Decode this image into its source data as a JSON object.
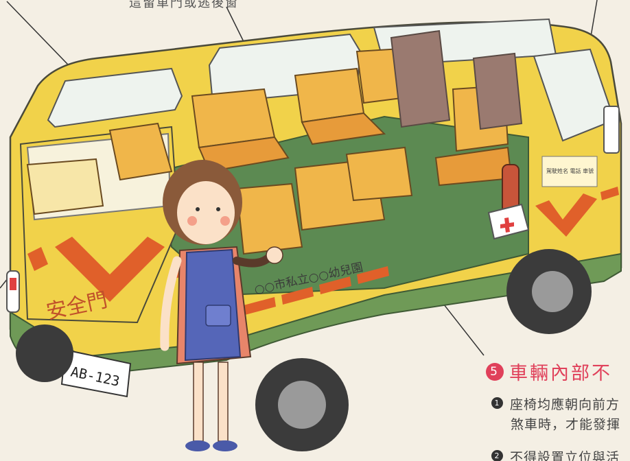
{
  "top_caption": "這留車門或逃後窗",
  "van": {
    "safety_door_text": "安全門",
    "plate": "AB-123",
    "school_text": "○○市私立○○幼兒園",
    "door_notice": "駕駛姓名 電話 車號"
  },
  "section": {
    "number": "5",
    "heading": "車輛內部不",
    "bullets": [
      {
        "num": "1",
        "line1": "座椅均應朝向前方",
        "line2": "煞車時，才能發揮"
      },
      {
        "num": "2",
        "line1": "不得設置立位與活"
      }
    ]
  },
  "colors": {
    "van_yellow": "#f1d24a",
    "stripe": "#e0602a",
    "floor_green": "#5c8a52",
    "heading_pink": "#e0405a"
  }
}
